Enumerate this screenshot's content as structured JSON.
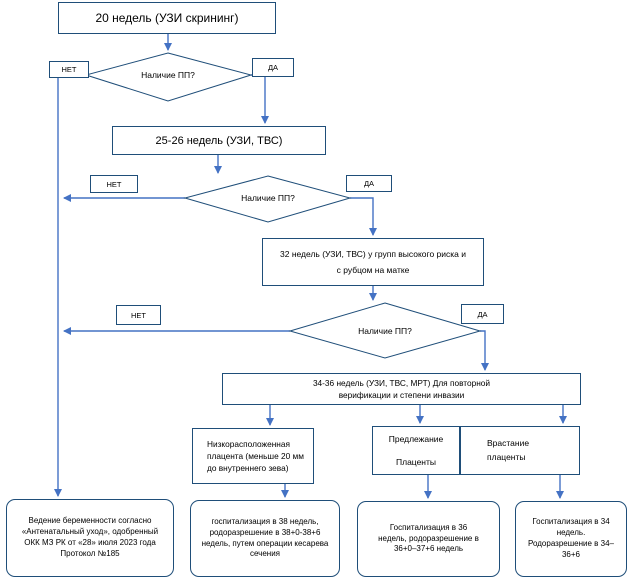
{
  "start": "20 недель (УЗИ скрининг)",
  "decision1": "Наличие ПП?",
  "stage2": "25-26 недель (УЗИ, ТВС)",
  "decision2": "Наличие ПП?",
  "stage3": "32 недель (УЗИ, ТВС) у групп высокого риска  и с рубцом на матке",
  "decision3": "Наличие ПП?",
  "stage4": "34-36 недель (УЗИ, ТВС, МРТ) Для повторной верификации и степени инвазии",
  "no_label": "НЕТ",
  "yes_label": "ДА",
  "low_placenta": "Низкорасположенная плацента (меньше 20 мм до внутреннего зева)",
  "previa_line1": "Предлежание",
  "previa_line2": "Плаценты",
  "accreta": "Врастание плаценты",
  "outcome_normal": "Ведение беременности согласно «Антенатальный уход», одобренный ОКК МЗ РК от «28» июля 2023 года Протокол №185",
  "outcome_low": "госпитализация в 38 недель, родоразрешение в 38+0-38+6 недель, путем операции кесарева сечения",
  "outcome_previa": "Госпитализация в 36 недель, родоразрешение в 36+0–37+6 недель",
  "outcome_accreta": "Госпитализация в 34 недель. Родоразрешение в 34–36+6",
  "colors": {
    "border": "#1f4e79",
    "arrow": "#4472c4"
  }
}
